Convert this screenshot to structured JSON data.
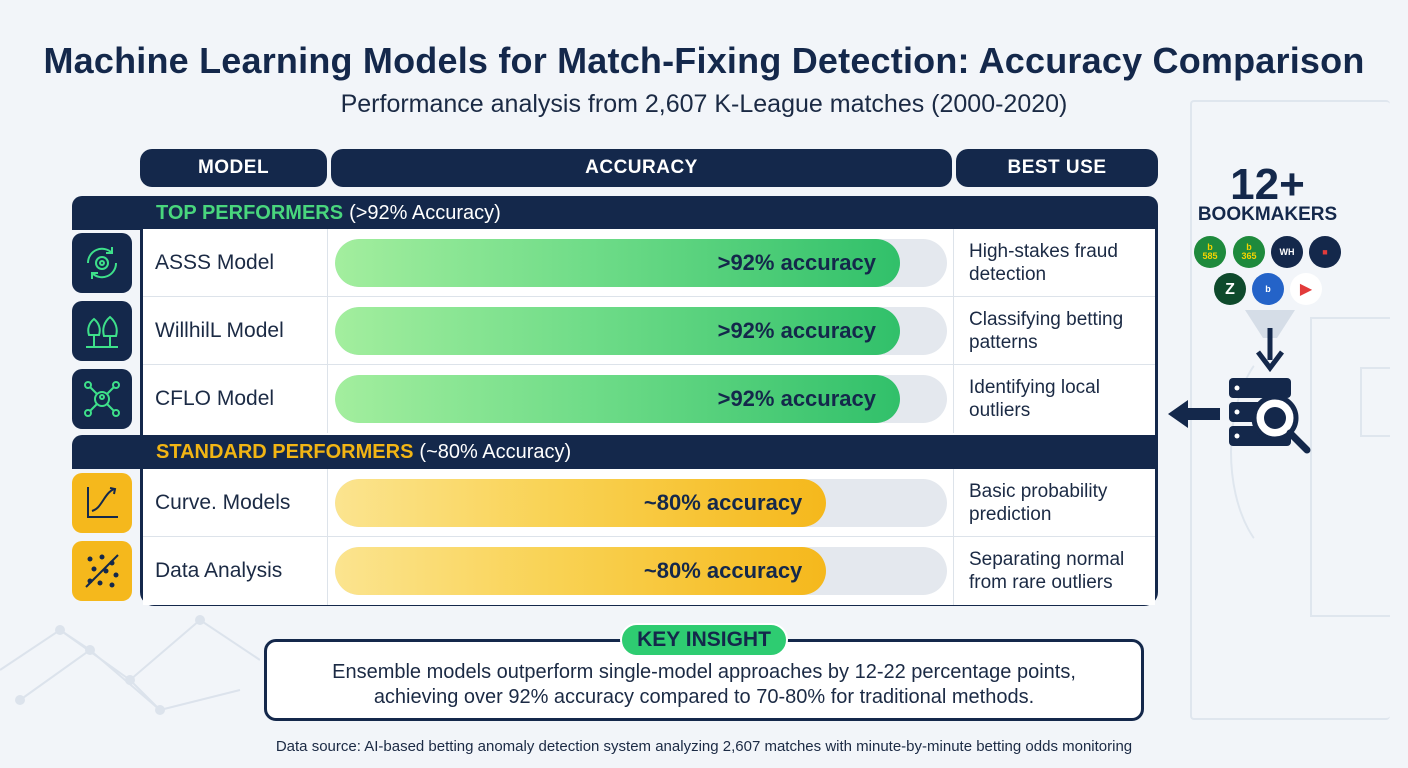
{
  "title": "Machine Learning Models for Match-Fixing Detection: Accuracy Comparison",
  "subtitle": "Performance analysis from 2,607 K-League matches (2000-2020)",
  "columns": {
    "model": "MODEL",
    "accuracy": "ACCURACY",
    "best_use": "BEST USE"
  },
  "tiers": {
    "top": {
      "name": "TOP PERFORMERS",
      "note": "(>92% Accuracy)"
    },
    "standard": {
      "name": "STANDARD PERFORMERS",
      "note": "(~80% Accuracy)"
    }
  },
  "chart_data": {
    "type": "bar",
    "orientation": "horizontal",
    "categories": [
      "ASSS Model",
      "WillhilL Model",
      "CFLO Model",
      "Curve. Models",
      "Data Analysis"
    ],
    "values": [
      92,
      92,
      92,
      80,
      80
    ],
    "value_labels": [
      ">92% accuracy",
      ">92% accuracy",
      ">92% accuracy",
      "~80% accuracy",
      "~80% accuracy"
    ],
    "best_use": [
      "High-stakes fraud detection",
      "Classifying betting patterns",
      "Identifying local outliers",
      "Basic probability prediction",
      "Separating normal from rare outliers"
    ],
    "tier": [
      "top",
      "top",
      "top",
      "standard",
      "standard"
    ],
    "xlim": [
      0,
      100
    ],
    "colors": {
      "top": "#31c06a",
      "standard": "#f5b81c"
    }
  },
  "icons": [
    "gear-cycle-icon",
    "trees-icon",
    "network-nodes-icon",
    "line-chart-icon",
    "scatter-plot-icon"
  ],
  "insight": {
    "label": "KEY INSIGHT",
    "text": "Ensemble models outperform single-model approaches by 12-22 percentage points, achieving over 92% accuracy compared to 70-80% for traditional methods."
  },
  "bookmakers": {
    "count": "12+",
    "label": "BOOKMAKERS"
  },
  "source": "Data source: AI-based betting anomaly detection system analyzing 2,607 matches with minute-by-minute betting odds monitoring",
  "colors": {
    "navy": "#14284b",
    "green": "#2ecc71",
    "gold": "#f5b81c"
  }
}
